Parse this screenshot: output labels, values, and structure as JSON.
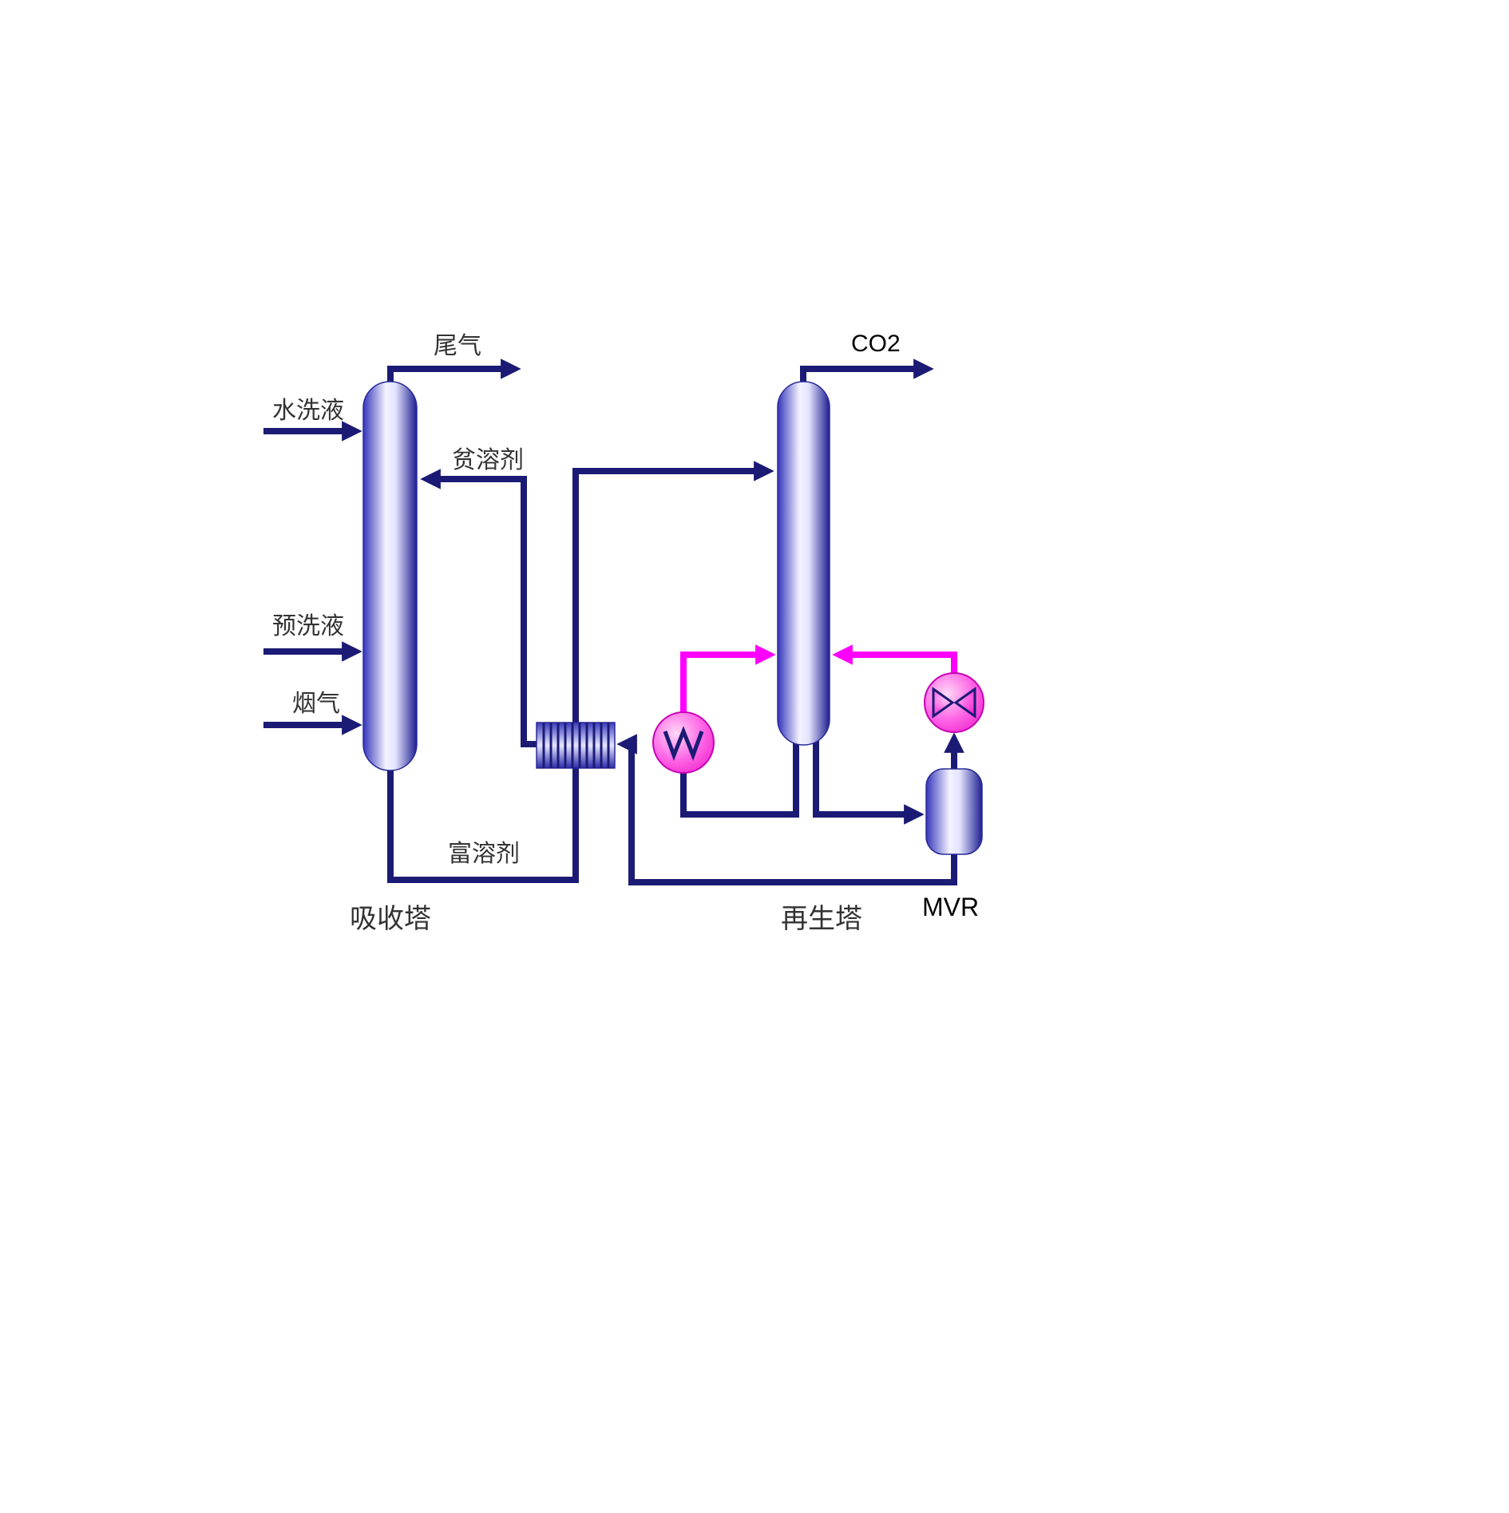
{
  "diagram": {
    "title_implicit": "",
    "labels": {
      "tail_gas": "尾气",
      "wash_liquid": "水洗液",
      "lean_solvent": "贫溶剂",
      "prewash_liquid": "预洗液",
      "flue_gas": "烟气",
      "rich_solvent": "富溶剂",
      "absorber": "吸收塔",
      "co2": "CO2",
      "regenerator": "再生塔",
      "mvr": "MVR"
    },
    "equipment": [
      {
        "name": "absorber-column",
        "label": "吸收塔"
      },
      {
        "name": "regenerator-column",
        "label": "再生塔"
      },
      {
        "name": "heat-exchanger",
        "label": ""
      },
      {
        "name": "reboiler-heater",
        "label": ""
      },
      {
        "name": "compressor",
        "label": ""
      },
      {
        "name": "mvr-tank",
        "label": "MVR"
      }
    ],
    "streams": [
      {
        "name": "flue-gas-in",
        "label": "烟气"
      },
      {
        "name": "prewash-in",
        "label": "预洗液"
      },
      {
        "name": "wash-liquid-in",
        "label": "水洗液"
      },
      {
        "name": "tail-gas-out",
        "label": "尾气"
      },
      {
        "name": "lean-solvent",
        "label": "贫溶剂"
      },
      {
        "name": "rich-solvent",
        "label": "富溶剂"
      },
      {
        "name": "co2-out",
        "label": "CO2"
      }
    ]
  },
  "colors": {
    "pipe": "#1b1b75",
    "hot-pipe": "#ff00ff",
    "label": "#333333",
    "label-dark": "#000000",
    "vessel-edge": "#2a2a99"
  }
}
